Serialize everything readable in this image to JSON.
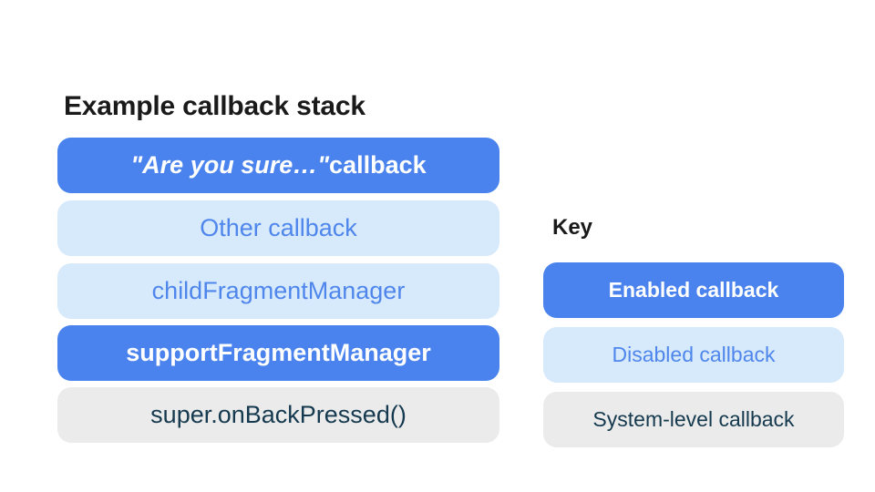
{
  "diagram": {
    "title": "Example callback stack",
    "stack": [
      {
        "label_quote": "\"Are you sure…\"",
        "label_rest": " callback",
        "type": "enabled"
      },
      {
        "label": "Other callback",
        "type": "disabled"
      },
      {
        "label": "childFragmentManager",
        "type": "disabled"
      },
      {
        "label": "supportFragmentManager",
        "type": "enabled"
      },
      {
        "label": "super.onBackPressed()",
        "type": "system"
      }
    ]
  },
  "key": {
    "title": "Key",
    "items": [
      {
        "label": "Enabled callback",
        "type": "enabled"
      },
      {
        "label": "Disabled callback",
        "type": "disabled"
      },
      {
        "label": "System-level callback",
        "type": "system"
      }
    ]
  },
  "colors": {
    "enabled_bg": "#4A83EE",
    "enabled_text": "#FFFFFF",
    "disabled_bg": "#D7EAFB",
    "disabled_text": "#4F86EC",
    "system_bg": "#EBEBEB",
    "system_text": "#15394E",
    "heading_text": "#1A1A1A",
    "page_bg": "#FFFFFF"
  }
}
